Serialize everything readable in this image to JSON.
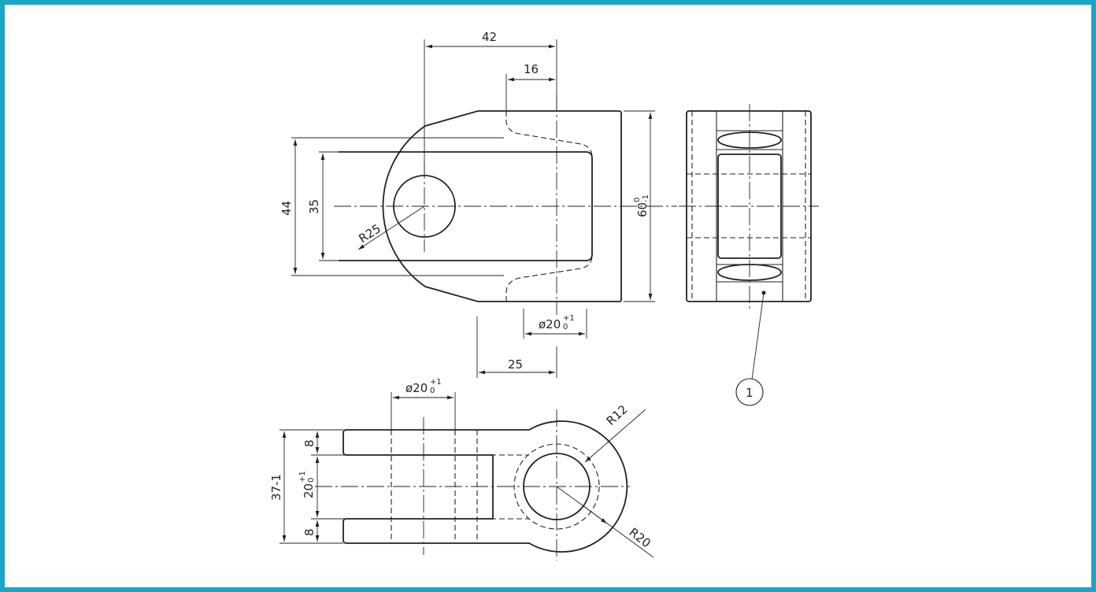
{
  "frame_color": "#1aa4c6",
  "line_color": "#222222",
  "labels": {
    "d42": "42",
    "d16": "16",
    "d44": "44",
    "d35": "35",
    "r25": "R25",
    "d60": "60",
    "d60_up": "0",
    "d60_lo": "-1",
    "phi1_main": "ø20",
    "phi1_up": "+1",
    "phi1_lo": "0",
    "d25": "25",
    "phi2_main": "ø20",
    "phi2_up": "+1",
    "phi2_lo": "0",
    "d8_top": "8",
    "d8_bottom": "8",
    "d20_main": "20",
    "d20_up": "+1",
    "d20_lo": "0",
    "d37": "37-1",
    "r12": "R12",
    "r20": "R20",
    "balloon": "1"
  }
}
